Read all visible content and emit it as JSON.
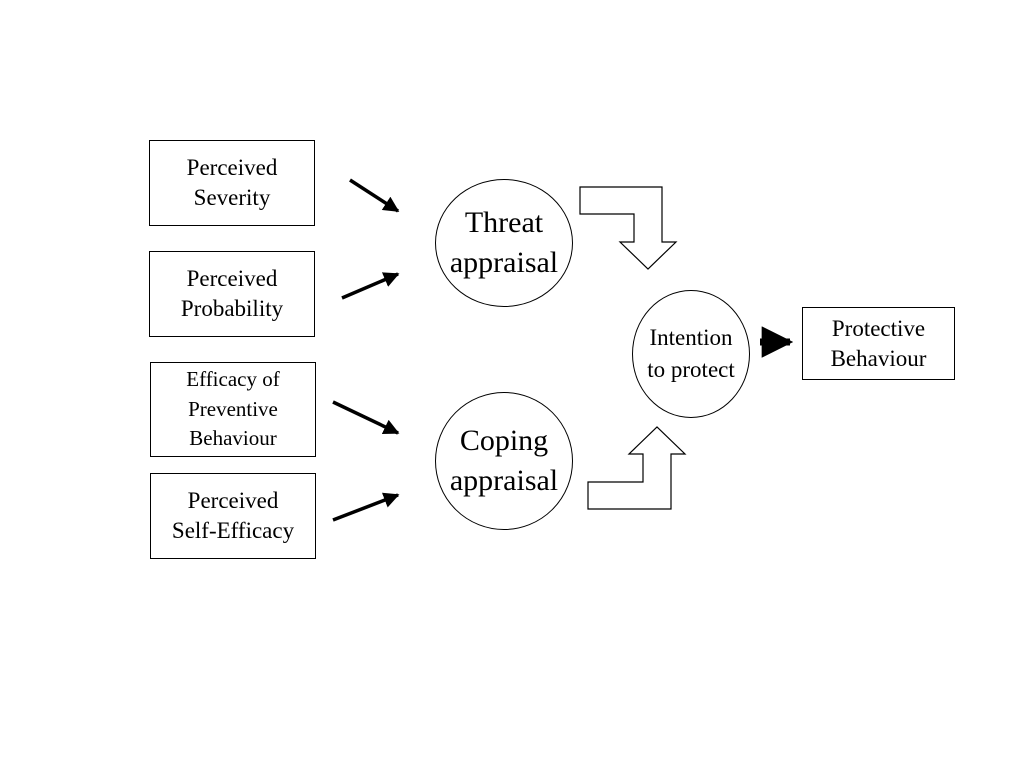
{
  "factors": [
    {
      "id": "severity",
      "label": "Perceived\nSeverity"
    },
    {
      "id": "probability",
      "label": "Perceived\nProbability"
    },
    {
      "id": "efficacy",
      "label": "Efficacy of\nPreventive\nBehaviour"
    },
    {
      "id": "self_efficacy",
      "label": "Perceived\nSelf-Efficacy"
    }
  ],
  "appraisals": {
    "threat": {
      "label": "Threat\nappraisal"
    },
    "coping": {
      "label": "Coping\nappraisal"
    }
  },
  "intention": {
    "label": "Intention\nto protect"
  },
  "outcome": {
    "label": "Protective\nBehaviour"
  },
  "colors": {
    "stroke": "#000000",
    "fill": "#ffffff"
  }
}
